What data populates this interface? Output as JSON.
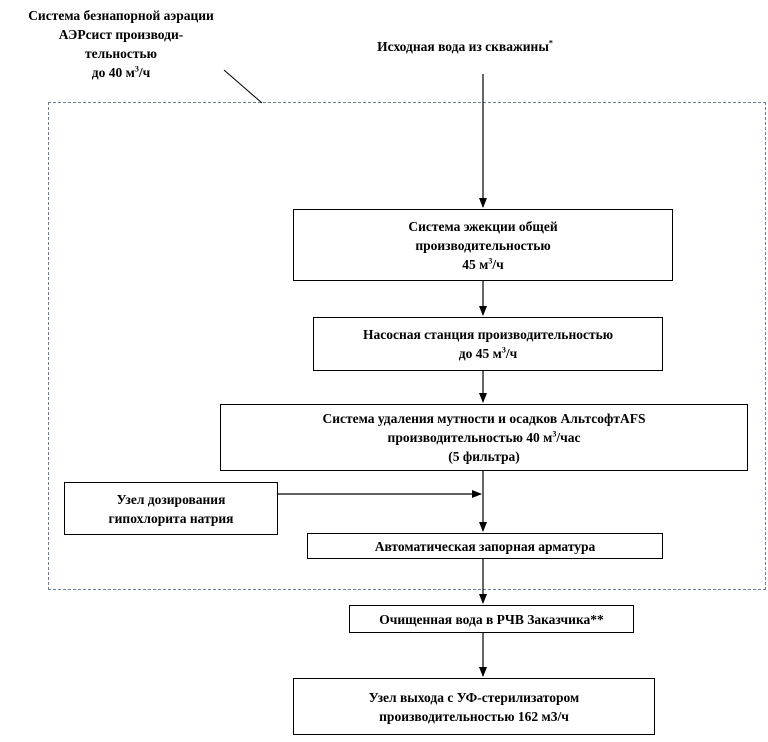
{
  "diagram": {
    "aeration_label": {
      "line1": "Система безнапорной аэрации",
      "line2": "АЭРсист производи-",
      "line3": "тельностью",
      "line4_pre": "до 40 м",
      "line4_sup": "3",
      "line4_post": "/ч"
    },
    "source": {
      "text": "Исходная вода из скважины",
      "sup": "*"
    },
    "ejection": {
      "line1": "Система эжекции общей",
      "line2": "производительностью",
      "line3_pre": "45 м",
      "line3_sup": "3",
      "line3_post": "/ч"
    },
    "pump": {
      "line1": "Насосная станция производительностью",
      "line2_pre": "до 45 м",
      "line2_sup": "3",
      "line2_post": "/ч"
    },
    "turbidity": {
      "line1": "Система удаления мутности и осадков АльтсофтAFS",
      "line2_pre": "производительностью 40 м",
      "line2_sup": "3",
      "line2_post": "/час",
      "line3": "(5 фильтра)"
    },
    "dosing": {
      "line1": "Узел дозирования",
      "line2": "гипохлорита натрия"
    },
    "valves": {
      "text": "Автоматическая запорная арматура"
    },
    "clean_water": {
      "text": "Очищенная вода в РЧВ Заказчика**"
    },
    "uv": {
      "line1": "Узел выхода с УФ-стерилизатором",
      "line2": "производительностью 162 м3/ч"
    }
  }
}
